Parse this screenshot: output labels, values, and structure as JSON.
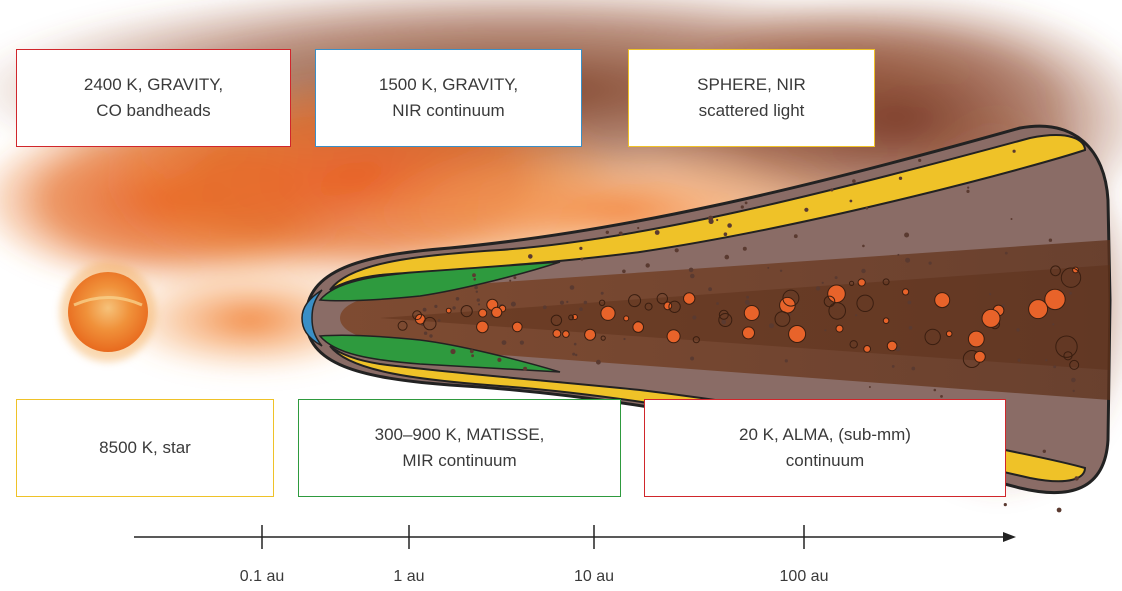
{
  "labels": [
    {
      "id": "co",
      "lines": [
        "2400 K, GRAVITY,",
        "CO bandheads"
      ],
      "border": "#d0262b"
    },
    {
      "id": "nir",
      "lines": [
        "1500 K, GRAVITY,",
        "NIR continuum"
      ],
      "border": "#3a8fc6"
    },
    {
      "id": "sphere",
      "lines": [
        "SPHERE, NIR",
        "scattered light"
      ],
      "border": "#efc228"
    },
    {
      "id": "star",
      "lines": [
        "8500 K, star"
      ],
      "border": "#efc228"
    },
    {
      "id": "mir",
      "lines": [
        "300–900 K, MATISSE,",
        "MIR continuum"
      ],
      "border": "#2e9a3e"
    },
    {
      "id": "alma",
      "lines": [
        "20 K, ALMA, (sub-mm)",
        "continuum"
      ],
      "border": "#d0262b"
    }
  ],
  "axis": {
    "ticks": [
      "0.1 au",
      "1 au",
      "10 au",
      "100 au"
    ]
  },
  "colors": {
    "gravity_co": "#d0262b",
    "gravity_nir": "#3a8fc6",
    "sphere": "#efc228",
    "matisse": "#2e9a3e",
    "alma": "#d0262b",
    "disk_outer": "#8a6a63",
    "disk_midplane": "#6a3a1e",
    "grains": "#e8632a"
  }
}
